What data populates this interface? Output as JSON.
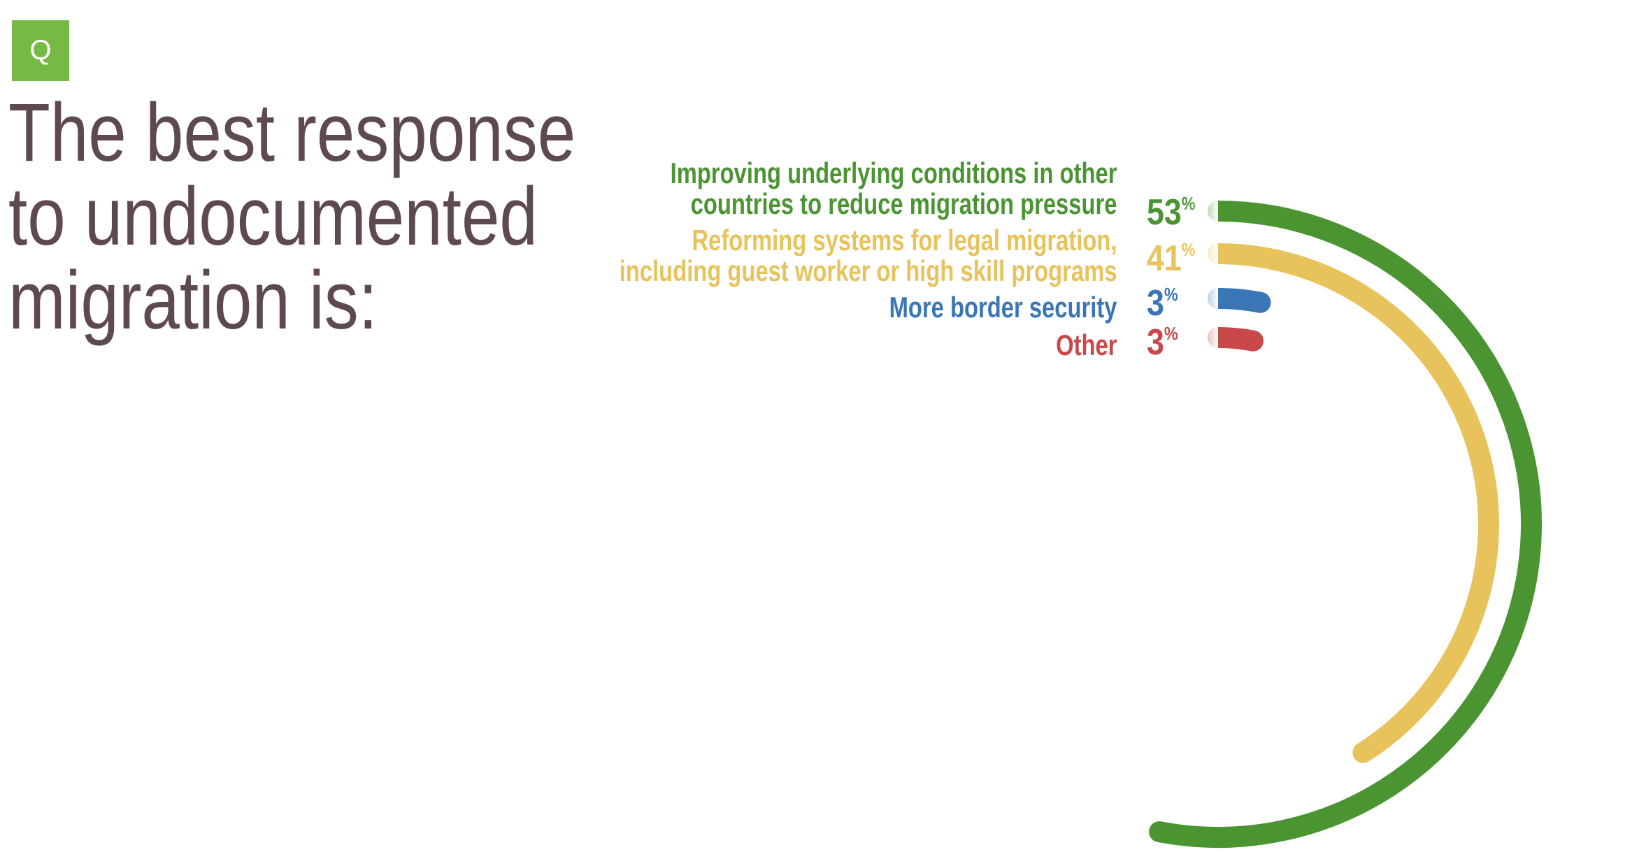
{
  "badge": {
    "label": "Q",
    "color": "#78b845"
  },
  "title": {
    "lines": [
      "The best response",
      "to undocumented",
      "migration is:"
    ],
    "color": "#5e4a4e"
  },
  "chart_data": {
    "type": "radial bar",
    "percent_sign": "%",
    "series": [
      {
        "label_lines": [
          "Improving underlying conditions in other",
          "countries to reduce migration pressure"
        ],
        "value": 53,
        "color": "#4a9432"
      },
      {
        "label_lines": [
          "Reforming systems for legal migration,",
          "including guest worker or high skill programs"
        ],
        "value": 41,
        "color": "#e8c25a"
      },
      {
        "label_lines": [
          "More border security"
        ],
        "value": 3,
        "color": "#3a76b5"
      },
      {
        "label_lines": [
          "Other"
        ],
        "value": 3,
        "color": "#c9484a"
      }
    ]
  }
}
